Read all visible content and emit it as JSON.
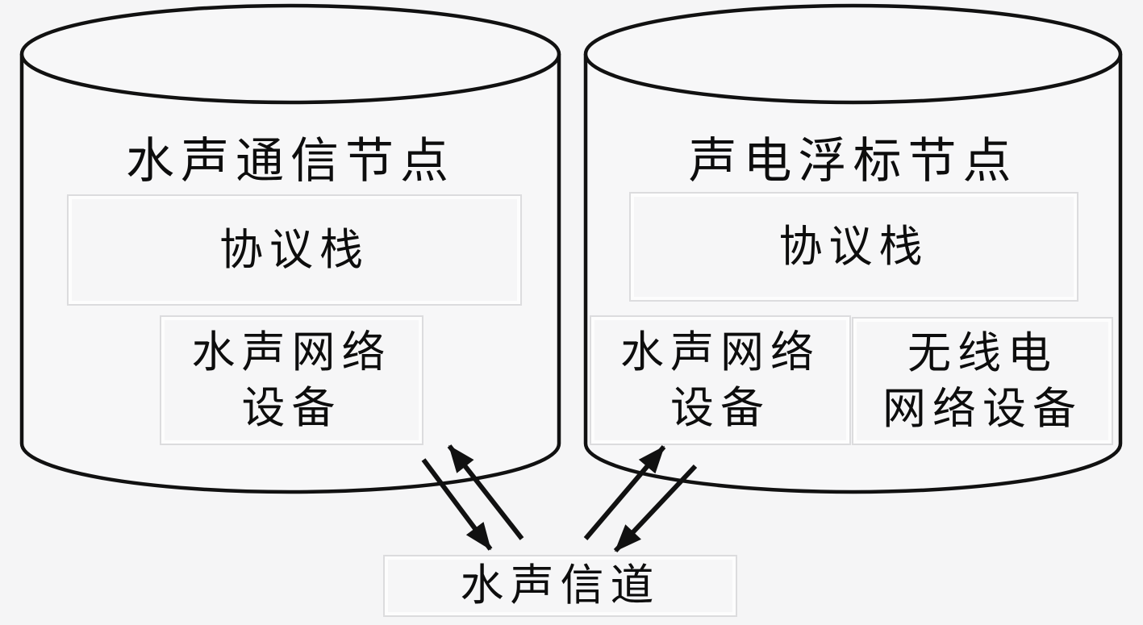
{
  "palette": {
    "background": "#f5f5f6",
    "outline": "#111111",
    "box_border_band": "#fdfdfd",
    "box_hairline": "#dcdcde",
    "text": "#0d0d0d"
  },
  "left_node": {
    "title": "水声通信节点",
    "protocol_stack_label": "协议栈",
    "device_label_line1": "水声网络",
    "device_label_line2": "设备"
  },
  "right_node": {
    "title": "声电浮标节点",
    "protocol_stack_label": "协议栈",
    "acoustic_device_label_line1": "水声网络",
    "acoustic_device_label_line2": "设备",
    "radio_device_label_line1": "无线电",
    "radio_device_label_line2": "网络设备"
  },
  "channel": {
    "label": "水声信道"
  }
}
